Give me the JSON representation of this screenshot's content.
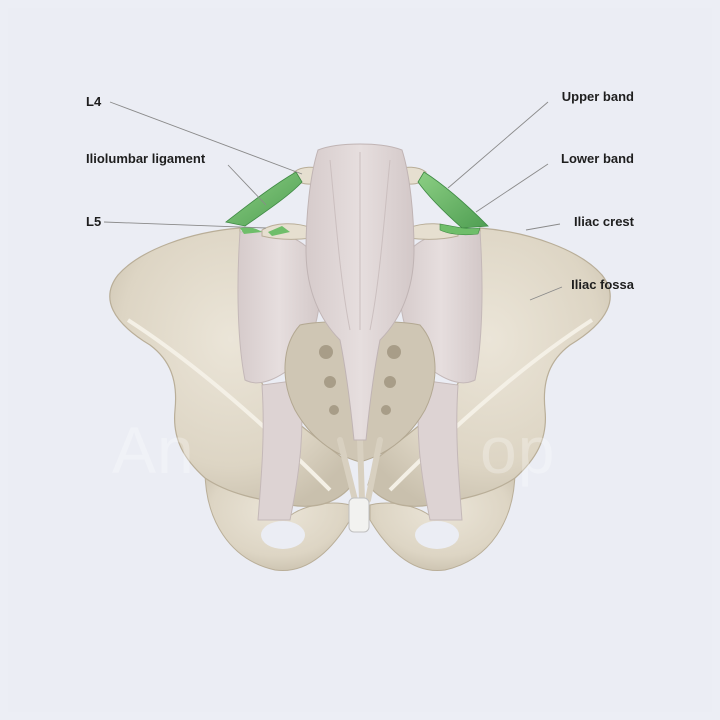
{
  "labels": {
    "l4": "L4",
    "iliolumbar": "Iliolumbar ligament",
    "l5": "L5",
    "upper_band": "Upper band",
    "lower_band": "Lower band",
    "iliac_crest": "Iliac crest",
    "iliac_fossa": "Iliac fossa"
  },
  "watermark": {
    "part1": "An",
    "part2": "op"
  },
  "colors": {
    "background": "#ebedf4",
    "bone": "#ddd6c7",
    "muscle": "#dcd2d2",
    "ligament": "#6fbe6a",
    "leader_line": "#8a8a8a",
    "label_text": "#1e1e1e"
  }
}
